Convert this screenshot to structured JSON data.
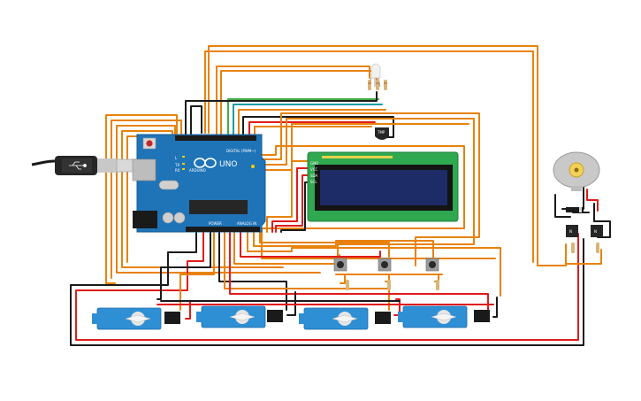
{
  "board": {
    "model": "UNO",
    "brand": "ARDUINO",
    "digital_label": "DIGITAL (PWM~)",
    "power_label": "POWER",
    "analog_label": "ANALOG IN",
    "led_tx": "TX",
    "led_rx": "RX",
    "led_l": "L"
  },
  "sensor": {
    "label": "TMP"
  },
  "lcd": {
    "pins": [
      "GND",
      "VCC",
      "SDA",
      "SCL"
    ]
  },
  "colors": {
    "orange": "#e8820c",
    "red": "#e01b1b",
    "black": "#1a1a1a",
    "green": "#3fae3f",
    "teal": "#1a9ea5",
    "board": "#1f74b8",
    "servo": "#2f8fd4",
    "lcd_pcb": "#2fa84f"
  }
}
